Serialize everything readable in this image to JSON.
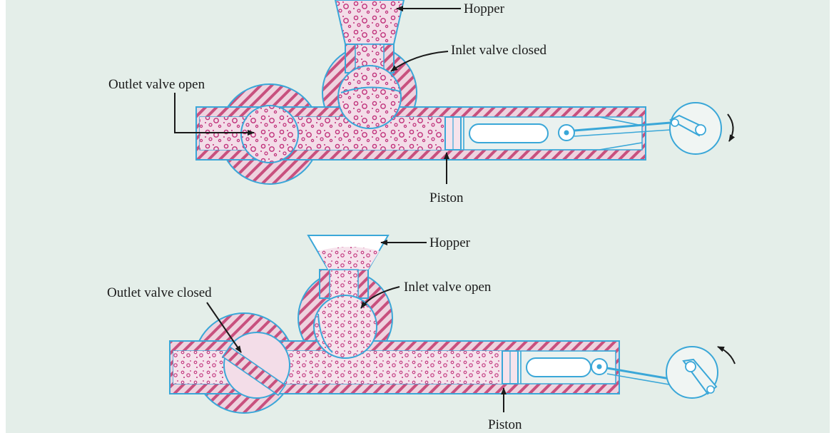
{
  "colors": {
    "background": "#e4eee9",
    "outline": "#3aa7d8",
    "hatch": "#c8507e",
    "material": "#f3dde8",
    "particle": "#c0307a",
    "arrow": "#1a1a1a"
  },
  "top_diagram": {
    "hopper_label": "Hopper",
    "inlet_label": "Inlet valve closed",
    "outlet_label": "Outlet valve open",
    "piston_label": "Piston"
  },
  "bottom_diagram": {
    "hopper_label": "Hopper",
    "inlet_label": "Inlet valve open",
    "outlet_label": "Outlet valve closed",
    "piston_label": "Piston"
  }
}
